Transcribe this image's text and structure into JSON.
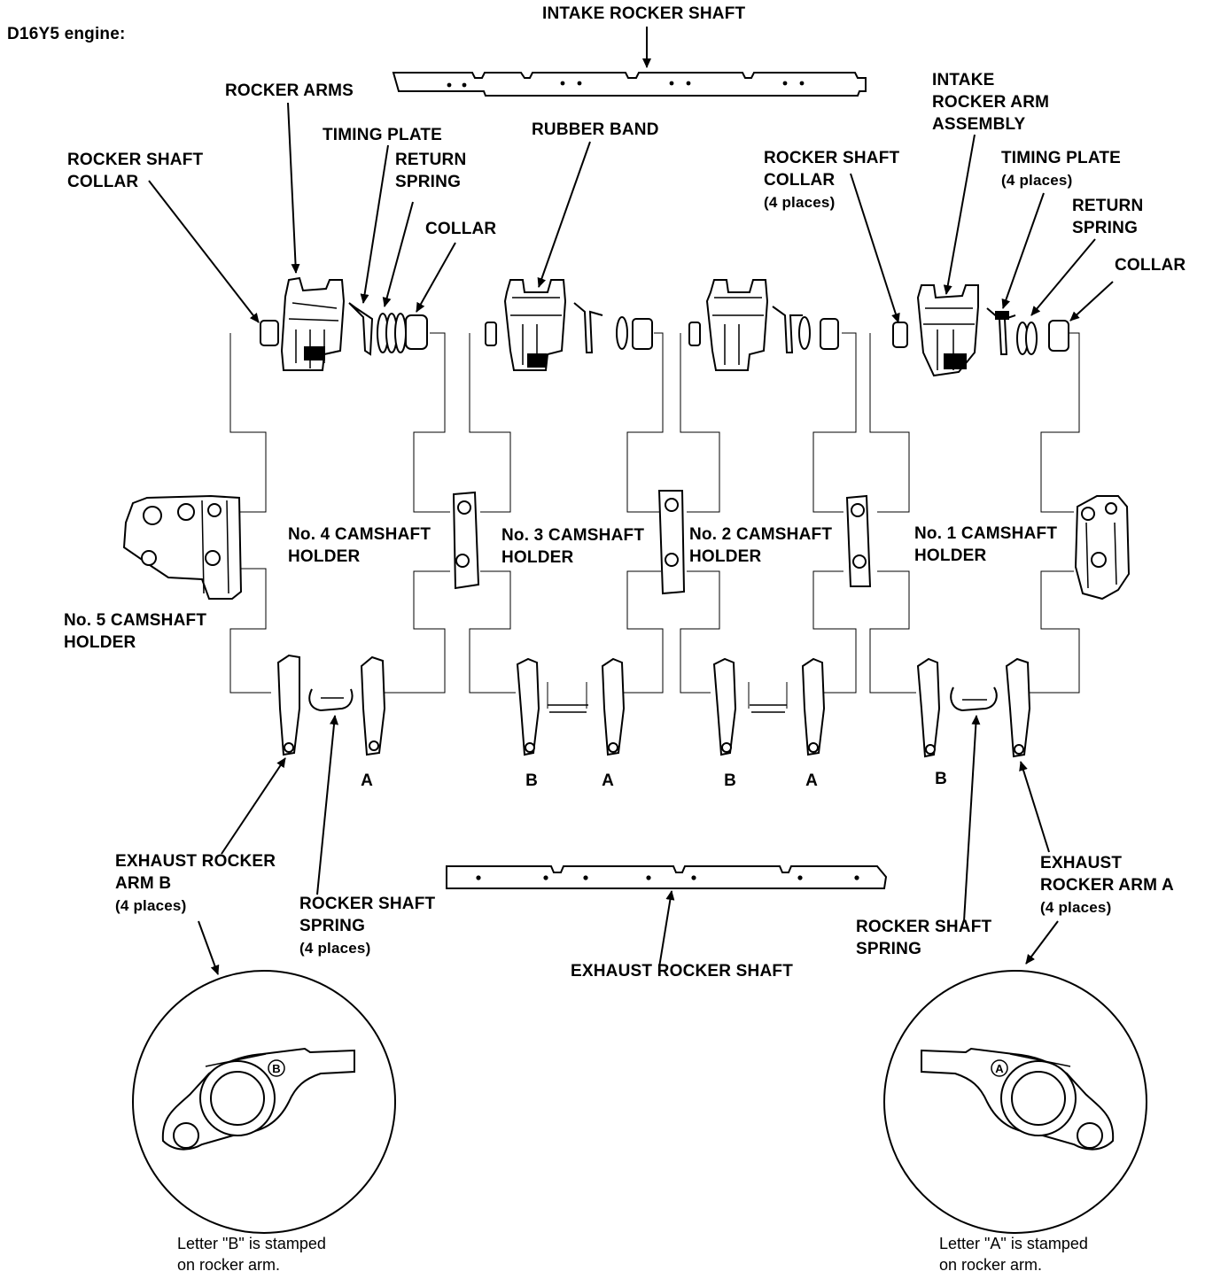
{
  "engine_label": "D16Y5 engine:",
  "labels": {
    "intake_rocker_shaft": "INTAKE ROCKER SHAFT",
    "rocker_arms": "ROCKER ARMS",
    "timing_plate_left": "TIMING PLATE",
    "return_spring_left": [
      "RETURN",
      "SPRING"
    ],
    "rocker_shaft_collar_left": [
      "ROCKER SHAFT",
      "COLLAR"
    ],
    "collar_left": "COLLAR",
    "rubber_band": "RUBBER BAND",
    "rocker_shaft_collar_right": [
      "ROCKER SHAFT",
      "COLLAR",
      "(4 places)"
    ],
    "intake_rocker_arm_assembly": [
      "INTAKE",
      "ROCKER ARM",
      "ASSEMBLY"
    ],
    "timing_plate_right": [
      "TIMING PLATE",
      "(4 places)"
    ],
    "return_spring_right": [
      "RETURN",
      "SPRING"
    ],
    "collar_right": "COLLAR",
    "camshaft_holder_4": [
      "No. 4 CAMSHAFT",
      "HOLDER"
    ],
    "camshaft_holder_3": [
      "No. 3 CAMSHAFT",
      "HOLDER"
    ],
    "camshaft_holder_2": [
      "No. 2 CAMSHAFT",
      "HOLDER"
    ],
    "camshaft_holder_1": [
      "No. 1 CAMSHAFT",
      "HOLDER"
    ],
    "camshaft_holder_5": [
      "No. 5 CAMSHAFT",
      "HOLDER"
    ],
    "exhaust_rocker_arm_b": [
      "EXHAUST ROCKER",
      "ARM B",
      "(4 places)"
    ],
    "rocker_shaft_spring_left": [
      "ROCKER SHAFT",
      "SPRING",
      "(4 places)"
    ],
    "exhaust_rocker_shaft": "EXHAUST ROCKER SHAFT",
    "rocker_shaft_spring_right": [
      "ROCKER SHAFT",
      "SPRING"
    ],
    "exhaust_rocker_arm_a": [
      "EXHAUST",
      "ROCKER ARM A",
      "(4 places)"
    ]
  },
  "arm_letters": [
    "A",
    "B",
    "A",
    "B",
    "A",
    "B"
  ],
  "stamp_letters": {
    "left": "B",
    "right": "A"
  },
  "notes": {
    "left": [
      "Letter \"B\" is stamped",
      "on rocker arm."
    ],
    "right": [
      "Letter \"A\" is stamped",
      "on rocker arm."
    ]
  }
}
